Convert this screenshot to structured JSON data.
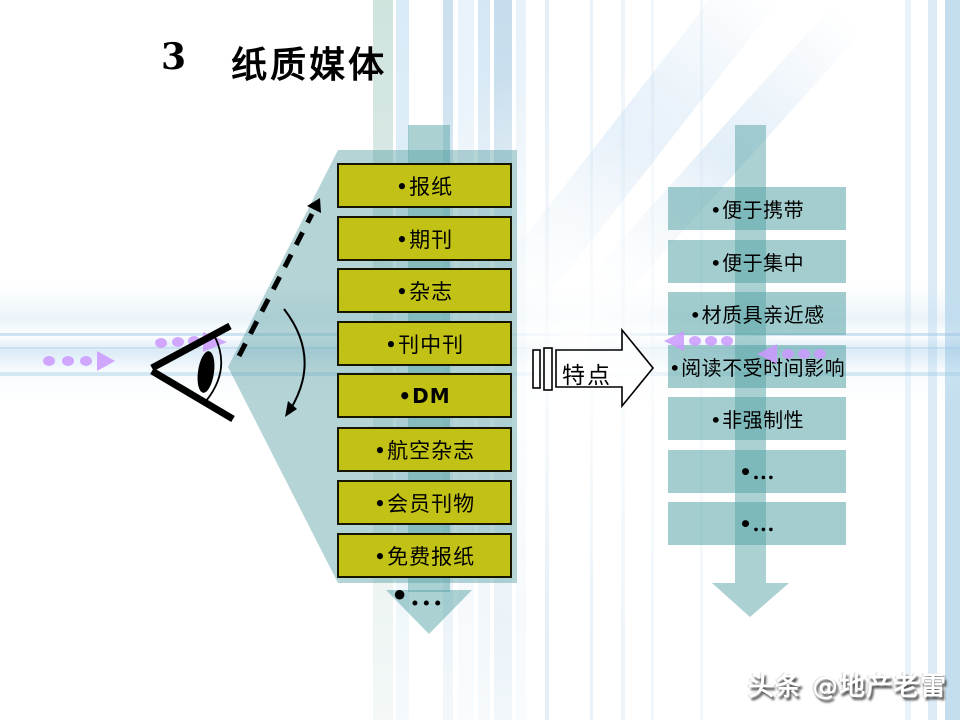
{
  "title": {
    "number": "3",
    "text": "纸质媒体"
  },
  "media_list": {
    "items": [
      "•报纸",
      "•期刊",
      "•杂志",
      "•刊中刊",
      "•DM",
      "•航空杂志",
      "•会员刊物",
      "•免费报纸"
    ],
    "more_label": "•..."
  },
  "connector": {
    "label": "特点"
  },
  "features": {
    "items": [
      "•便于携带",
      "•便于集中",
      "•材质具亲近感",
      "•阅读不受时间影响",
      "•非强制性",
      "•...",
      "•..."
    ]
  },
  "watermark": "头条 @地产老雷",
  "icons": {
    "eye": "eye-icon",
    "dashed_arrow": "dashed-arrow-icon",
    "curved_arrow": "curved-arrow-icon",
    "dotted_arrows": "dotted-arrow-icon",
    "down_arrows": "down-arrow-icon",
    "block_arrow": "block-arrow-icon"
  },
  "colors": {
    "media_box_fill": "#c2c216",
    "media_box_border": "#161600",
    "funnel_teal": "rgba(90,160,165,0.45)",
    "band_teal": "rgba(88,164,166,0.50)",
    "feature_box_teal": "rgba(88,164,166,0.55)",
    "accent_purple": "#cc99ff",
    "text": "#000000",
    "watermark_text": "#ffffff"
  }
}
